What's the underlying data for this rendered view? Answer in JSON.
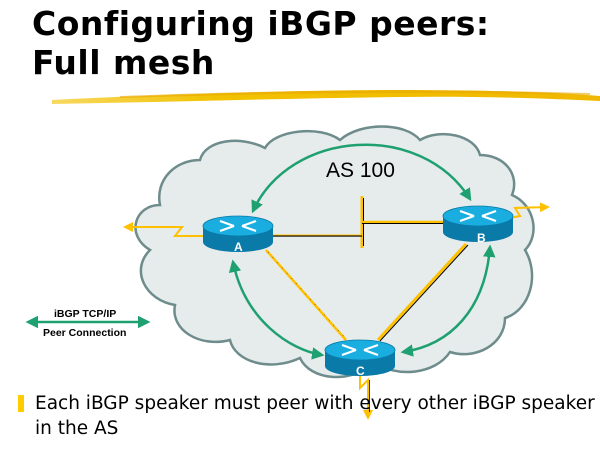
{
  "slide": {
    "title_line1": "Configuring iBGP peers:",
    "title_line2": "Full mesh",
    "underline_color": "#f2c200"
  },
  "diagram": {
    "cloud_label": "AS 100",
    "cloud_fill": "#e6ebeb",
    "cloud_stroke": "#6e8c8c",
    "link_color": "#ffc000",
    "peer_arrow_color": "#1fa070",
    "router_top_color": "#1aaee0",
    "router_side_color": "#0a7aa8",
    "routers": [
      {
        "id": "A",
        "label": "A"
      },
      {
        "id": "B",
        "label": "B"
      },
      {
        "id": "C",
        "label": "C"
      }
    ],
    "peer_connections": [
      {
        "from": "A",
        "to": "B"
      },
      {
        "from": "A",
        "to": "C"
      },
      {
        "from": "B",
        "to": "C"
      }
    ],
    "legend": {
      "line1": "iBGP TCP/IP",
      "line2": "Peer Connection"
    }
  },
  "body": {
    "bullet_text": "Each iBGP speaker must peer with every other iBGP speaker in the AS",
    "bullet_color": "#ffcc00"
  }
}
